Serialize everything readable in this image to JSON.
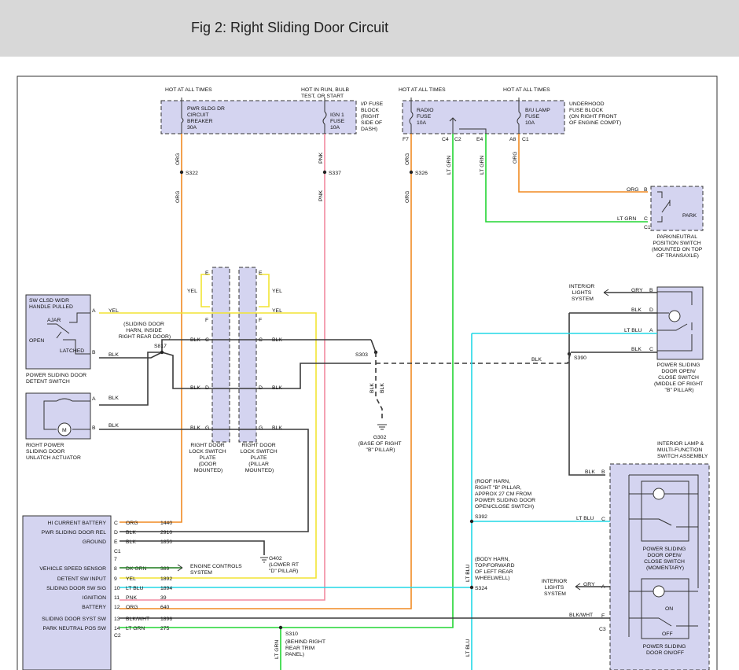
{
  "header": {
    "title": "Fig 2: Right Sliding Door Circuit"
  },
  "fuses": {
    "pwr_sldg": {
      "hot": "HOT AT ALL TIMES",
      "lines": [
        "PWR SLDG DR",
        "CIRCUIT",
        "BREAKER",
        "30A"
      ]
    },
    "ign1": {
      "hot": [
        "HOT IN RUN, BULB",
        "TEST, OR START"
      ],
      "lines": [
        "IGN 1",
        "FUSE",
        "10A"
      ]
    },
    "ip_block": [
      "I/P FUSE",
      "BLOCK",
      "(RIGHT",
      "SIDE OF",
      "DASH)"
    ],
    "radio": {
      "hot": "HOT AT ALL TIMES",
      "lines": [
        "RADIO",
        "FUSE",
        "10A"
      ]
    },
    "bu_lamp": {
      "hot": "HOT AT ALL TIMES",
      "lines": [
        "B/U LAMP",
        "FUSE",
        "10A"
      ]
    },
    "underhood": [
      "UNDERHOOD",
      "FUSE BLOCK",
      "(ON RIGHT FRONT",
      "OF ENGINE COMPT)"
    ],
    "pins": {
      "f7": "F7",
      "c4": "C4",
      "c2": "C2",
      "e4": "E4",
      "a8": "A8",
      "c1": "C1"
    }
  },
  "wires": {
    "org": "ORG",
    "pnk": "PNK",
    "ltgrn": "LT GRN",
    "blk": "BLK",
    "yel": "YEL",
    "gry": "GRY",
    "ltblu": "LT BLU",
    "blkwht": "BLK/WHT"
  },
  "splices": {
    "s322": "S322",
    "s337": "S337",
    "s326": "S326",
    "s817": "S817",
    "s303": "S303",
    "s390": "S390",
    "s392": "S392",
    "s324": "S324",
    "s310": "S310"
  },
  "park_switch": {
    "label": [
      "PARK/NEUTRAL",
      "POSITION SWITCH",
      "(MOUNTED ON TOP",
      "OF TRANSAXLE)"
    ],
    "park": "PARK",
    "b": "B",
    "c": "C",
    "c1": "C1"
  },
  "detent": {
    "title": [
      "SW CLSD W/DR",
      "HANDLE PULLED"
    ],
    "ajar": "AJAR",
    "open": "OPEN",
    "latched": "LATCHED",
    "label": [
      "POWER SLIDING DOOR",
      "DETENT SWITCH"
    ],
    "a": "A",
    "b": "B"
  },
  "actuator": {
    "label": [
      "RIGHT POWER",
      "SLIDING DOOR",
      "UNLATCH ACTUATOR"
    ],
    "m": "M",
    "a": "A",
    "b": "B"
  },
  "harness_note": [
    "(SLIDING DOOR",
    "HARN, INSIDE",
    "RIGHT REAR DOOR)"
  ],
  "plates": {
    "left_label": [
      "RIGHT DOOR",
      "LOCK SWITCH",
      "PLATE",
      "(DOOR",
      "MOUNTED)"
    ],
    "right_label": [
      "RIGHT DOOR",
      "LOCK SWITCH",
      "PLATE",
      "(PILLAR",
      "MOUNTED)"
    ],
    "pins": {
      "e": "E",
      "f": "F",
      "c": "C",
      "d": "D",
      "g": "G"
    }
  },
  "g302": {
    "name": "G302",
    "desc": [
      "(BASE OF RIGHT",
      "\"B\" PILLAR)"
    ]
  },
  "interior_lights": [
    "INTERIOR",
    "LIGHTS",
    "SYSTEM"
  ],
  "momentary_sw": {
    "label": [
      "POWER SLIDING",
      "DOOR OPEN/",
      "CLOSE SWITCH",
      "(MIDDLE OF RIGHT",
      "\"B\" PILLAR)"
    ],
    "b": "B",
    "d": "D",
    "a": "A",
    "c": "C"
  },
  "interior_lamp": {
    "title": [
      "INTERIOR LAMP &",
      "MULTI-FUNCTION",
      "SWITCH ASSEMBLY"
    ],
    "sw1": [
      "POWER SLIDING",
      "DOOR OPEN/",
      "CLOSE SWITCH",
      "(MOMENTARY)"
    ],
    "sw2": [
      "POWER SLIDING",
      "DOOR ON/OFF"
    ],
    "on": "ON",
    "off": "OFF",
    "b": "B",
    "c": "C",
    "a": "A",
    "f": "F",
    "c3": "C3"
  },
  "roof_note": [
    "(ROOF HARN,",
    "RIGHT \"B\" PILLAR,",
    "APPROX 27 CM FROM",
    "POWER SLIDING DOOR",
    "OPEN/CLOSE SWITCH)"
  ],
  "body_note": [
    "(BODY HARN,",
    "TOP/FORWARD",
    "OF LEFT REAR",
    "WHEELWELL)"
  ],
  "s310_note": [
    "(BEHIND RIGHT",
    "REAR TRIM",
    "PANEL)"
  ],
  "module": {
    "rows": [
      {
        "name": "HI CURRENT BATTERY",
        "pin": "C",
        "wire": "ORG",
        "num": "1440"
      },
      {
        "name": "PWR SLIDING DOOR REL",
        "pin": "D",
        "wire": "BLK",
        "num": "2910"
      },
      {
        "name": "GROUND",
        "pin": "E",
        "wire": "BLK",
        "num": "1850"
      },
      {
        "name": "",
        "pin": "C1",
        "wire": "",
        "num": ""
      },
      {
        "name": "",
        "pin": "7",
        "wire": "",
        "num": ""
      },
      {
        "name": "VEHICLE SPEED SENSOR",
        "pin": "8",
        "wire": "DK GRN",
        "num": "389"
      },
      {
        "name": "DETENT SW INPUT",
        "pin": "9",
        "wire": "YEL",
        "num": "1892"
      },
      {
        "name": "SLIDING DOOR SW SIG",
        "pin": "10",
        "wire": "LT BLU",
        "num": "1894"
      },
      {
        "name": "IGNITION",
        "pin": "11",
        "wire": "PNK",
        "num": "39"
      },
      {
        "name": "BATTERY",
        "pin": "12",
        "wire": "ORG",
        "num": "640"
      },
      {
        "name": "SLIDING DOOR SYST SW",
        "pin": "13",
        "wire": "BLK/WHT",
        "num": "1896"
      },
      {
        "name": "PARK NEUTRAL POS SW",
        "pin": "14",
        "wire": "LT GRN",
        "num": "275"
      }
    ],
    "c2": "C2"
  },
  "g402": {
    "name": "G402",
    "desc": [
      "(LOWER RT",
      "\"D\" PILLAR)"
    ]
  },
  "engine_controls": [
    "ENGINE CONTROLS",
    "SYSTEM"
  ],
  "interior_lights2": [
    "INTERIOR",
    "LIGHTS",
    "SYSTEM"
  ]
}
